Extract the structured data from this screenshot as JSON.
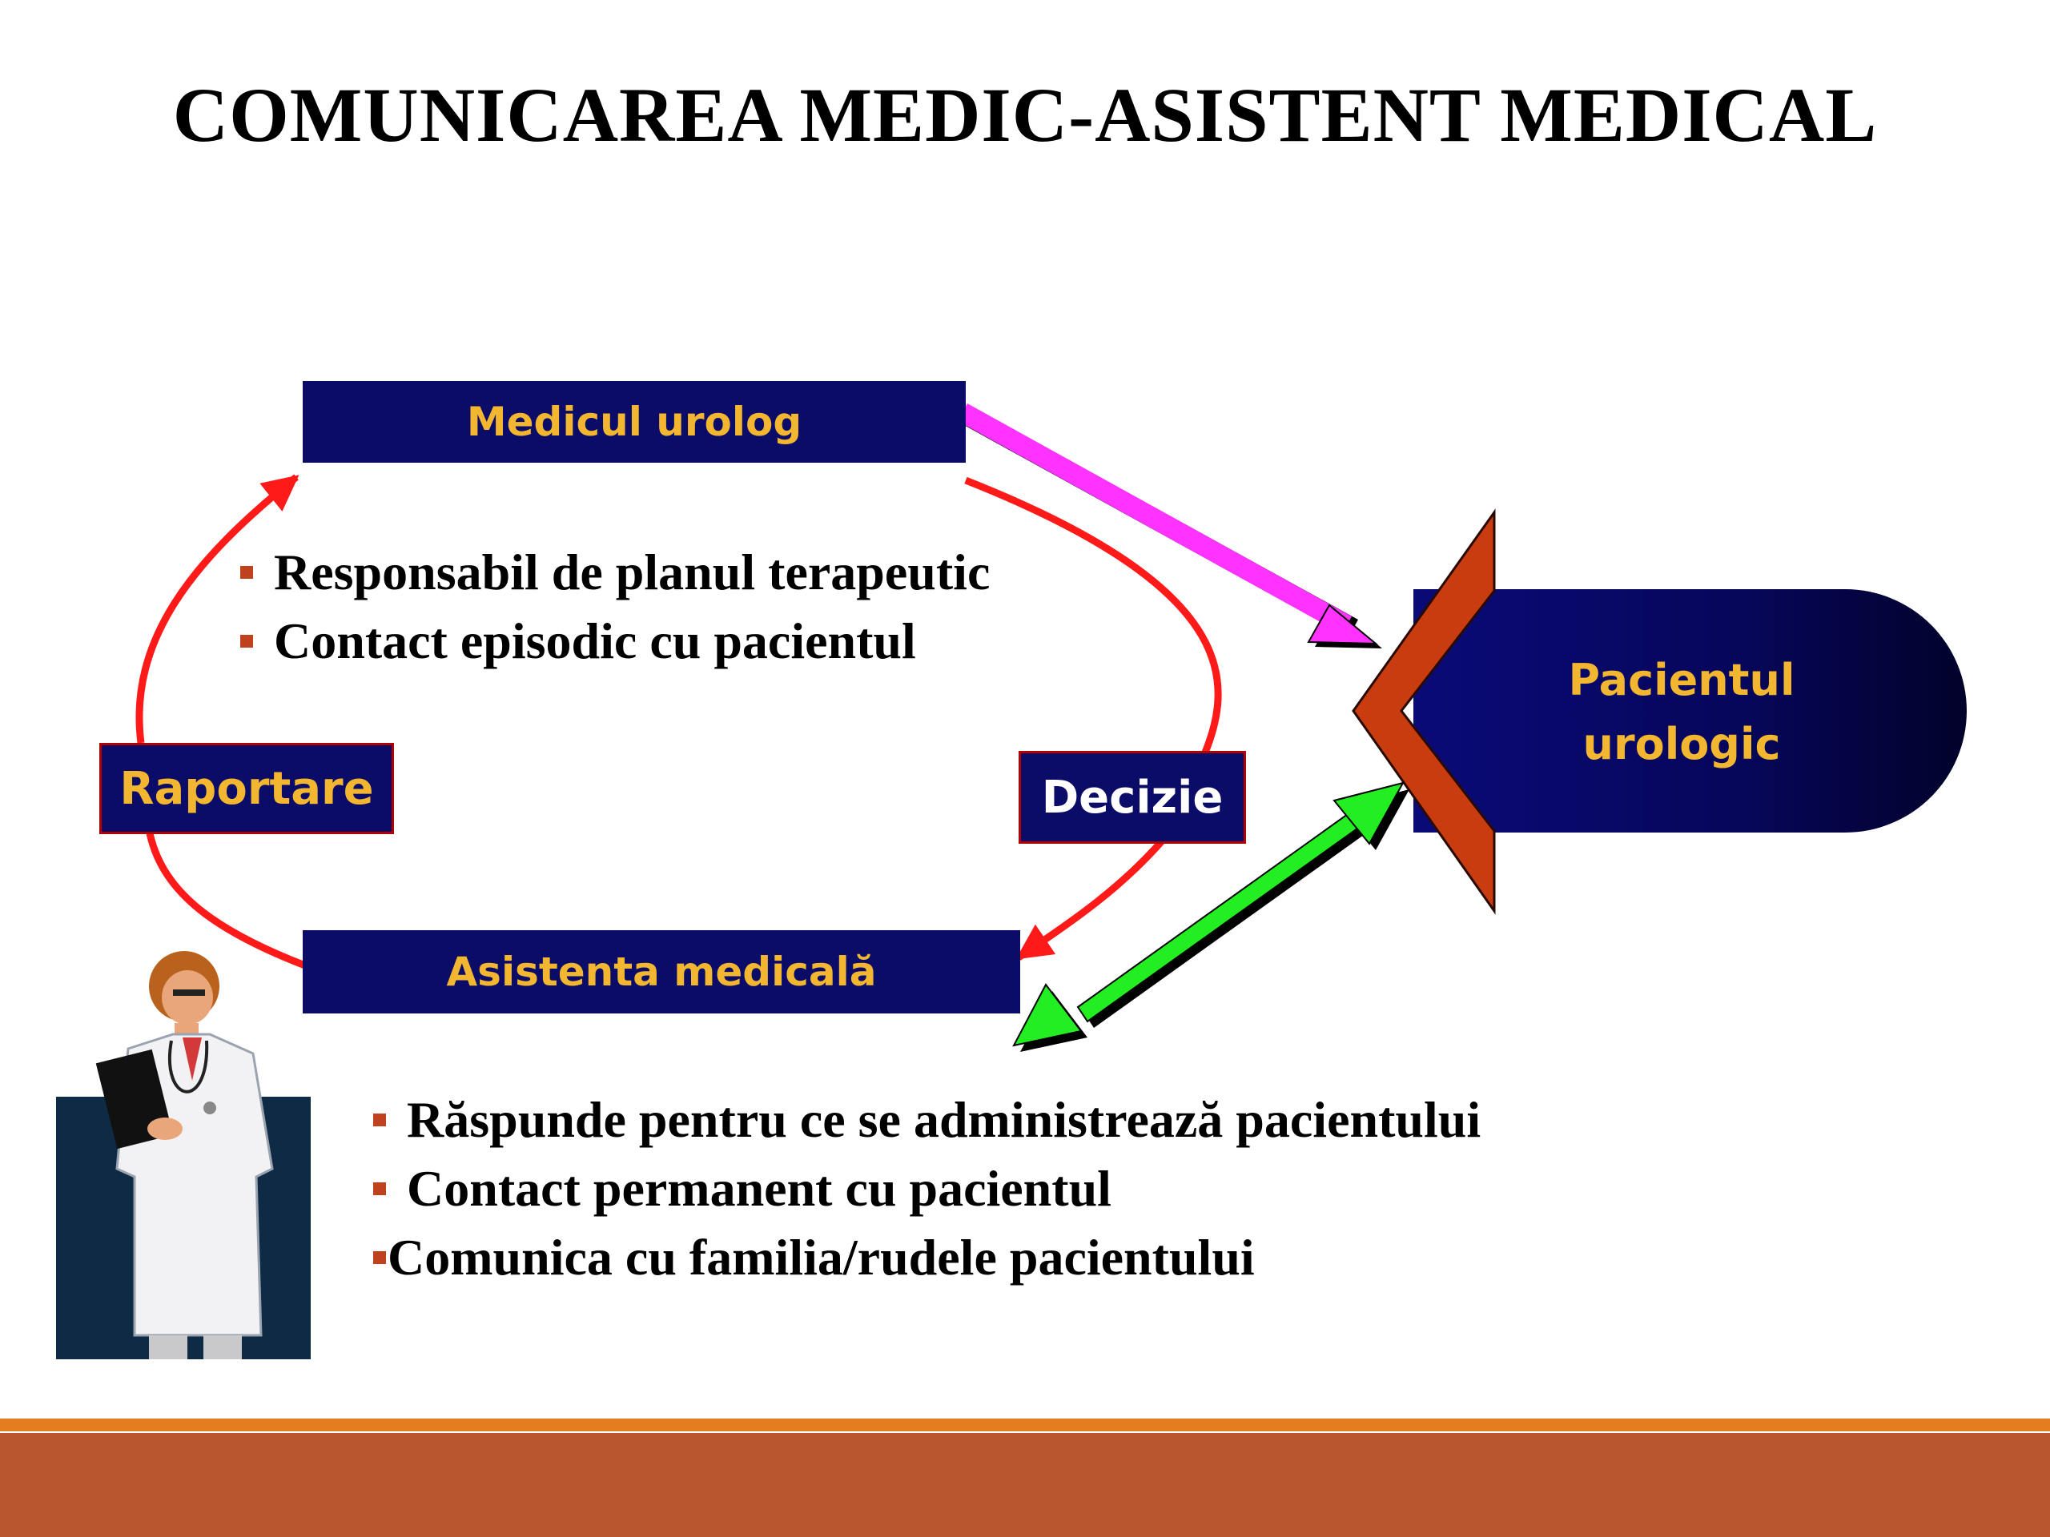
{
  "title": "COMUNICAREA MEDIC-ASISTENT MEDICAL",
  "nodes": {
    "doctor": "Medicul urolog",
    "nurse": "Asistenta medicală",
    "patient_line1": "Pacientul",
    "patient_line2": "urologic"
  },
  "flows": {
    "report": "Raportare",
    "decision": "Decizie"
  },
  "doctor_duties": [
    "Responsabil de planul terapeutic",
    "Contact episodic cu pacientul"
  ],
  "nurse_duties": [
    "Răspunde pentru ce se administrează  pacientului",
    "Contact permanent cu pacientul",
    "Comunica cu familia/rudele pacientului"
  ],
  "colors": {
    "box_fill": "#0b0b68",
    "box_text": "#f2b630",
    "flow_arrows": "#ff1a1a",
    "doctor_to_patient_arrow": "#ff33ff",
    "nurse_patient_arrow": "#22ee22",
    "patient_chevron": "#c83c10",
    "bullet": "#c0411e",
    "footer": "#b9562f",
    "footer_accent": "#e27d20"
  },
  "icons": {
    "nurse_illustration": "nurse-clipart-icon"
  }
}
